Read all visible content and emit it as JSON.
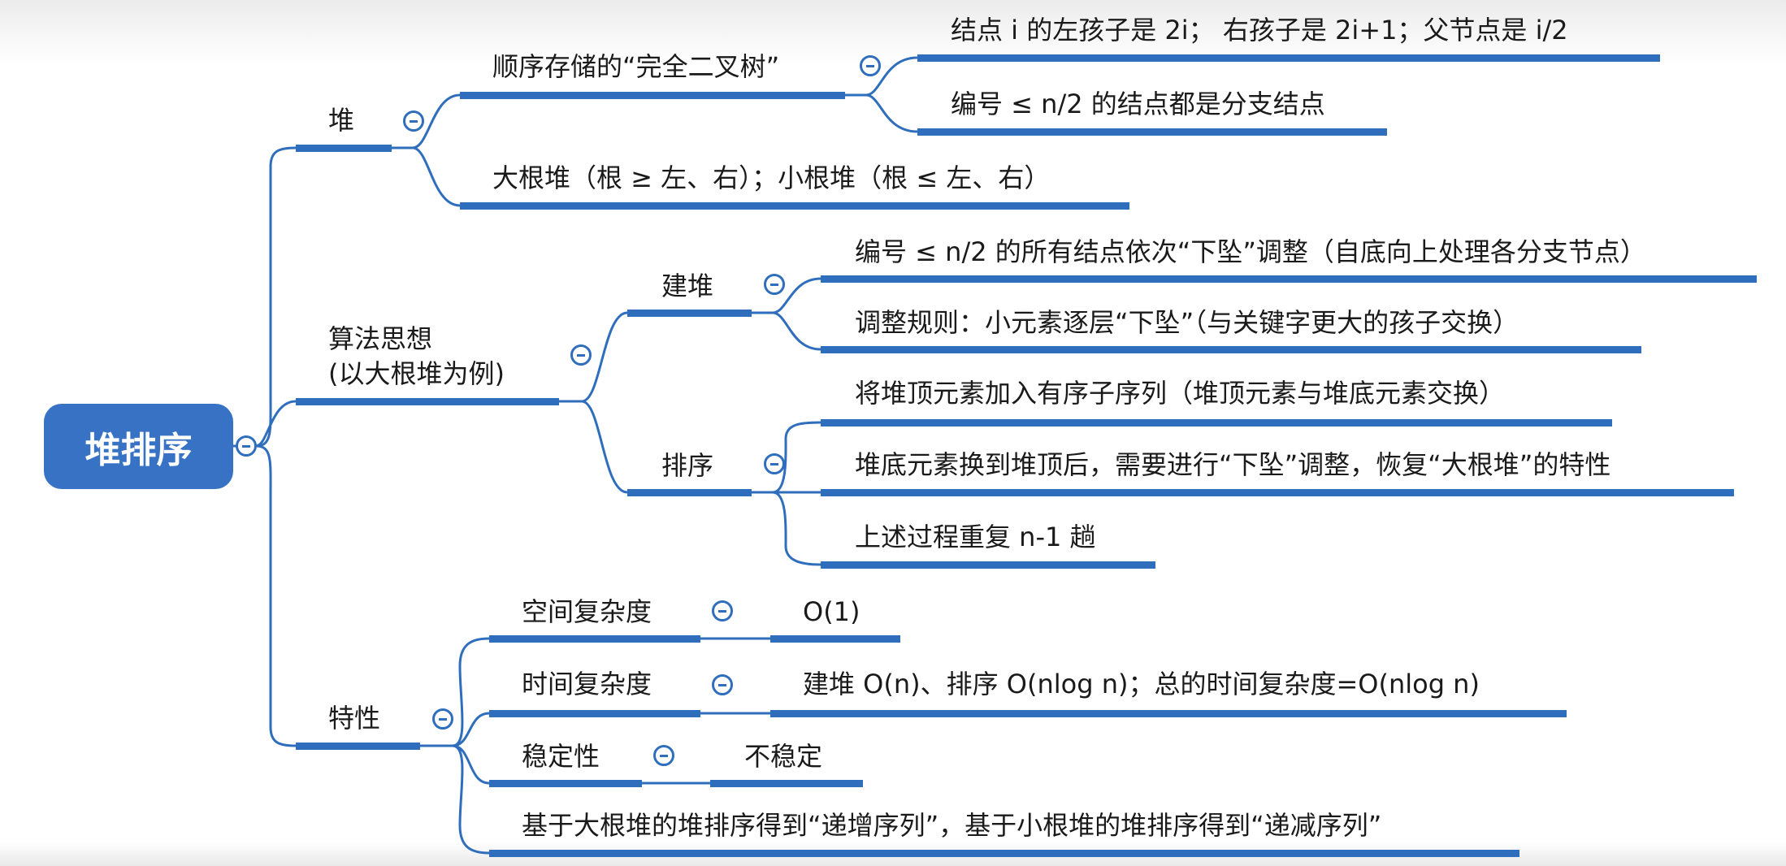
{
  "colors": {
    "accent": "#2f6ebd",
    "root_fill": "#3872c4",
    "text": "#1a1a1a"
  },
  "root": {
    "label": "堆排序"
  },
  "heap": {
    "label": "堆",
    "seq_storage": {
      "label": "顺序存储的“完全二叉树”",
      "children": [
        "结点 i 的左孩子是 2i；  右孩子是 2i+1；父节点是 i/2",
        "编号 ≤ n/2 的结点都是分支结点"
      ]
    },
    "max_min": "大根堆（根 ≥ 左、右）；小根堆（根 ≤ 左、右）"
  },
  "algorithm": {
    "label_line1": "算法思想",
    "label_line2": "(以大根堆为例)",
    "build": {
      "label": "建堆",
      "children": [
        "编号 ≤ n/2 的所有结点依次“下坠”调整（自底向上处理各分支节点）",
        "调整规则：小元素逐层“下坠”（与关键字更大的孩子交换）"
      ]
    },
    "sort": {
      "label": "排序",
      "children": [
        "将堆顶元素加入有序子序列（堆顶元素与堆底元素交换）",
        "堆底元素换到堆顶后，需要进行“下坠”调整，恢复“大根堆”的特性",
        "上述过程重复 n-1 趟"
      ]
    }
  },
  "properties": {
    "label": "特性",
    "space": {
      "label": "空间复杂度",
      "value": "O(1)"
    },
    "time": {
      "label": "时间复杂度",
      "value": "建堆 O(n)、排序 O(nlog n)；总的时间复杂度=O(nlog n)"
    },
    "stability": {
      "label": "稳定性",
      "value": "不稳定"
    },
    "order_note": "基于大根堆的堆排序得到“递增序列”，基于小根堆的堆排序得到“递减序列”"
  }
}
